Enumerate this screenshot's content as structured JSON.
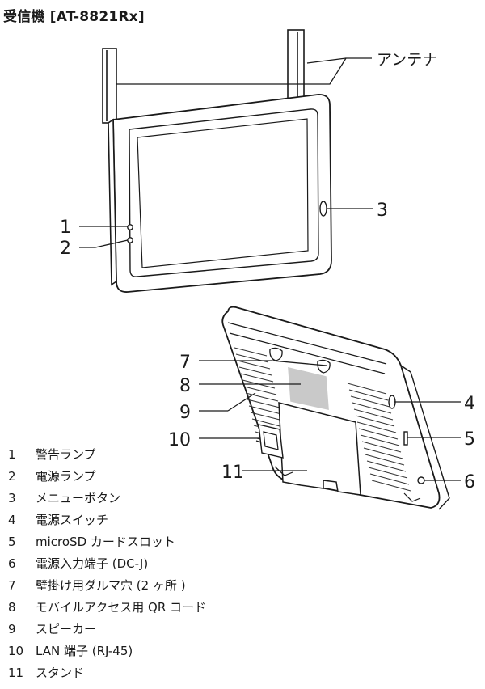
{
  "page": {
    "title": "受信機 [AT-8821Rx]"
  },
  "callouts": {
    "antenna": "アンテナ",
    "c1": "1",
    "c2": "2",
    "c3": "3",
    "c4": "4",
    "c5": "5",
    "c6": "6",
    "c7": "7",
    "c8": "8",
    "c9": "9",
    "c10": "10",
    "c11": "11"
  },
  "legend": [
    {
      "num": "1",
      "label": "警告ランプ"
    },
    {
      "num": "2",
      "label": "電源ランプ"
    },
    {
      "num": "3",
      "label": "メニューボタン"
    },
    {
      "num": "4",
      "label": "電源スイッチ"
    },
    {
      "num": "5",
      "label": "microSD カードスロット"
    },
    {
      "num": "6",
      "label": "電源入力端子 (DC-J)"
    },
    {
      "num": "7",
      "label": "壁掛け用ダルマ穴 (2 ヶ所 )"
    },
    {
      "num": "8",
      "label": "モバイルアクセス用 QR コード"
    },
    {
      "num": "9",
      "label": "スピーカー"
    },
    {
      "num": "10",
      "label": "LAN 端子 (RJ-45)"
    },
    {
      "num": "11",
      "label": "スタンド"
    }
  ]
}
